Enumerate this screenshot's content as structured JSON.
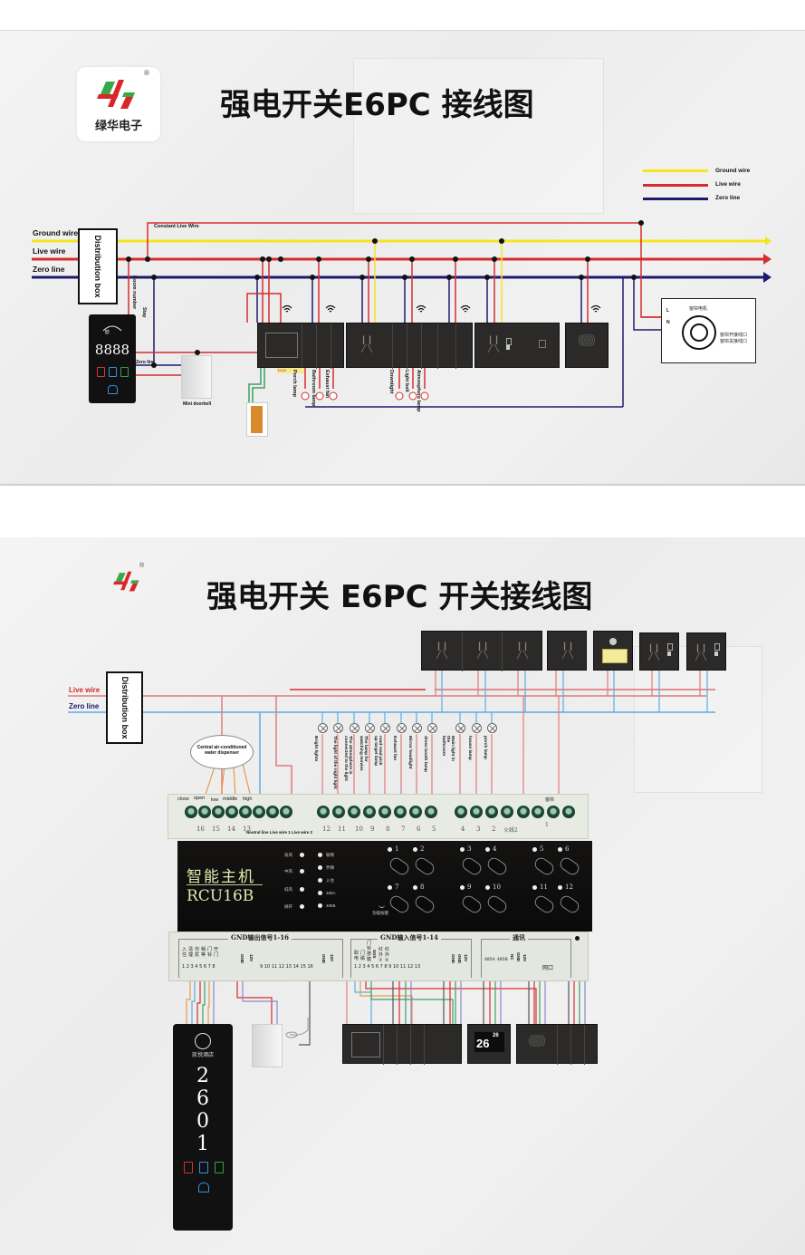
{
  "panel1": {
    "brand": {
      "name": "绿华电子",
      "registered": "®"
    },
    "title": "强电开关E6PC 接线图",
    "legend": [
      {
        "label": "Ground wire",
        "color": "#f5e51e"
      },
      {
        "label": "Live wire",
        "color": "#d62d2d"
      },
      {
        "label": "Zero line",
        "color": "#1d1a6e"
      }
    ],
    "wires": {
      "ground": "Ground wire",
      "live": "Live wire",
      "zero": "Zero line",
      "constant_live": "Constant Live Wire"
    },
    "distribution_box": "Distribution box",
    "doorplate": {
      "room_number": "8888",
      "label_room": "Room number",
      "label_stay": "Stay",
      "label_zero": "Zero line"
    },
    "doorbell_label": "Mini doorbell",
    "card_switch_note": "13.8V",
    "loads": [
      "Porch lamp",
      "Bathroom lamp",
      "Exhaust fan",
      "Downlight",
      "Light belt",
      "Atmosphere lamp"
    ],
    "curtain_motor": {
      "title": "窗帘电机",
      "L": "L",
      "N": "N",
      "open_port": "窗帘开接线口",
      "close_port": "窗帘关接线口"
    }
  },
  "panel2": {
    "registered": "®",
    "title": "强电开关 E6PC 开关接线图",
    "wires": {
      "live": "Live wire",
      "zero": "Zero line"
    },
    "distribution_box": "Distribution box",
    "dispenser": "Central air-conditioned water dispenser",
    "fan_modes": [
      "close",
      "open",
      "low",
      "middle",
      "high"
    ],
    "lamps": [
      "Bright lights",
      "The light of the night light",
      "The atmosphere is connected to the light",
      "The lamp for watching movies",
      "read read pick up target lamp",
      "Exhaust fan",
      "Mirror headlight",
      "dress booth lamp",
      "Main light in the bathroom",
      "house lamp",
      "porch lamp"
    ],
    "terminal_numbers_left": [
      "16",
      "15",
      "14",
      "13"
    ],
    "terminal_note": "Neutral line Live wire 1 Live wire 2",
    "terminal_numbers_mid": [
      "12",
      "11",
      "10",
      "9",
      "8",
      "7",
      "6",
      "5"
    ],
    "terminal_numbers_right": [
      "4",
      "3",
      "2",
      "火线2"
    ],
    "curtain_label": "窗帘",
    "relay_label": "1",
    "rcu": {
      "name_cn": "智能主机",
      "model": "RCU16B",
      "fan_leds": [
        "高风",
        "中风",
        "低风",
        "阀开"
      ],
      "status_leds": [
        "联网",
        "乔镇",
        "入住",
        "485A",
        "485B"
      ],
      "function_key": "功能按键",
      "channels": [
        "1",
        "2",
        "3",
        "4",
        "5",
        "6",
        "7",
        "8",
        "9",
        "10",
        "11",
        "12"
      ]
    },
    "bottom_groups": {
      "output": {
        "title": "GND输出信号1-16",
        "names": [
          "入住",
          "清理",
          "勿扰",
          "稍等",
          "门铃",
          "开门"
        ],
        "numbers": "1 2 3 4 5 6 7 8",
        "gnd": "GND",
        "v12": "12V",
        "numbers2": "9 10 11 12 13 14 15 16",
        "gnd2": "GND",
        "v12b": "12V"
      },
      "input": {
        "title": "GND输入信号1-14",
        "names": [
          "取电",
          "门磁",
          "门铃按键",
          "SOS",
          "红外①",
          "红外②"
        ],
        "numbers": "1 2 3 4 5 6 7 8 9 10 11 12 13",
        "gnd": "GND",
        "gnd2": "GND",
        "v12": "12V"
      },
      "comm": {
        "title": "通讯",
        "items": [
          "485A",
          "485B",
          "NC",
          "GND",
          "12V"
        ],
        "port": "网口"
      }
    },
    "doorplate": {
      "hotel": "凯悦酒店",
      "room": [
        "2",
        "6",
        "0",
        "1"
      ]
    },
    "thermostat": {
      "temp": "26",
      "set": "26"
    }
  }
}
